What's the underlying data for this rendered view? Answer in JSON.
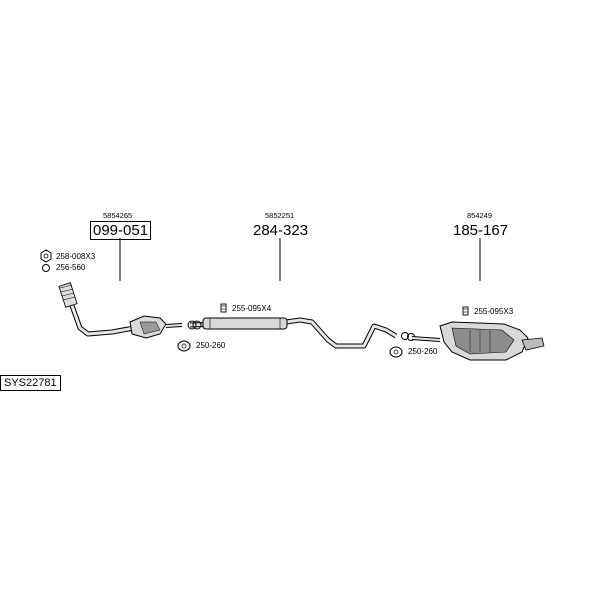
{
  "system_code": "SYS22781",
  "sections": [
    {
      "oe_number": "5854265",
      "part_number": "099-051",
      "highlighted": true
    },
    {
      "oe_number": "5852251",
      "part_number": "284-323",
      "highlighted": false
    },
    {
      "oe_number": "854249",
      "part_number": "185-167",
      "highlighted": false
    }
  ],
  "fittings": {
    "nut": "258-008X3",
    "gasket": "256-560",
    "clamp_1": "255-095X4",
    "bracket_1": "250-260",
    "clamp_2": "255-095X3",
    "bracket_2": "250-260"
  },
  "colors": {
    "line": "#000000",
    "part_fill": "#d9d9d9",
    "part_dark": "#8c8c8c"
  }
}
